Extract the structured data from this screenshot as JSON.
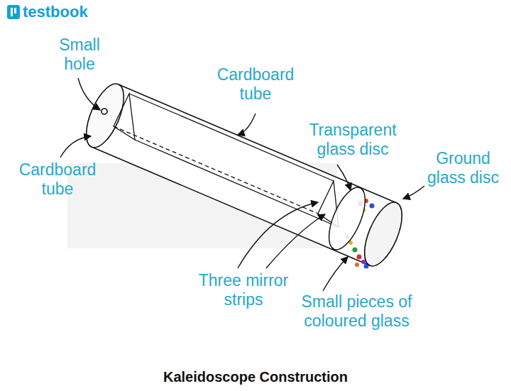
{
  "diagram": {
    "title": "Kaleidoscope Construction",
    "labels": [
      "testbook",
      "Small hole",
      "Cardboard tube",
      "Cardboard tube",
      "Transparent glass disc",
      "Ground glass disc",
      "Three mirror strips",
      "Small pieces of coloured glass"
    ]
  }
}
